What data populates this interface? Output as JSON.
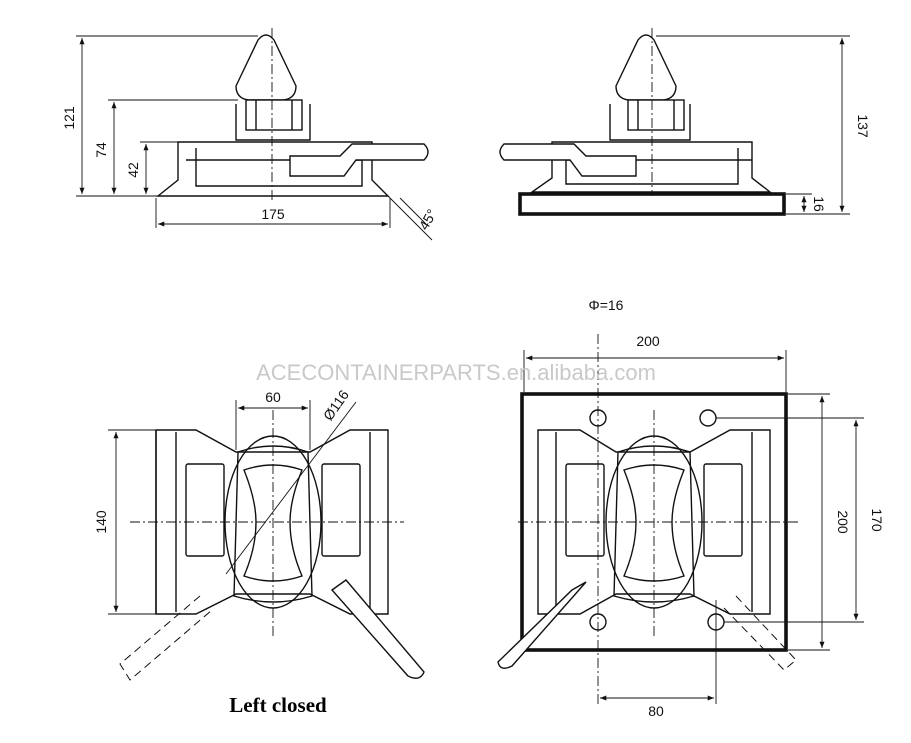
{
  "diagram": {
    "side_view_left": {
      "dim_height_total": "121",
      "dim_height_mid": "74",
      "dim_height_base": "42",
      "dim_width": "175",
      "dim_angle": "45°"
    },
    "side_view_right": {
      "dim_height_total": "137",
      "dim_plate": "16"
    },
    "plan_view_left": {
      "dim_width_inner": "60",
      "dim_diameter": "Ø116",
      "dim_height": "140"
    },
    "plan_view_right": {
      "hole_diameter": "Φ=16",
      "dim_plate_width": "200",
      "dim_plate_height": "200",
      "dim_inner_height": "170",
      "dim_hole_spacing": "80"
    },
    "watermark": "ACECONTAINERPARTS.en.alibaba.com",
    "caption": "Left closed"
  }
}
